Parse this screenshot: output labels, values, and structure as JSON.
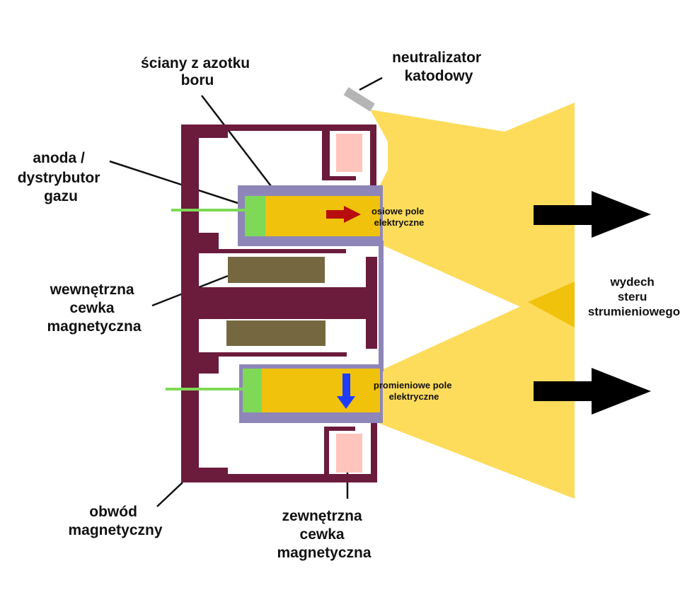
{
  "labels": {
    "boron_nitride_walls": [
      "ściany z azotku",
      "boru"
    ],
    "cathode_neutralizer": [
      "neutralizator",
      "katodowy"
    ],
    "anode": [
      "anoda /",
      "dystrybutor",
      "gazu"
    ],
    "inner_coil": [
      "wewnętrzna",
      "cewka",
      "magnetyczna"
    ],
    "magnetic_circuit": [
      "obwód",
      "magnetyczny"
    ],
    "outer_coil": [
      "zewnętrzna",
      "cewka",
      "magnetyczna"
    ],
    "exhaust": [
      "wydech",
      "steru",
      "strumieniowego"
    ],
    "axial_field": [
      "osiowe pole",
      "elektryczne"
    ],
    "radial_field": [
      "promieniowe pole",
      "elektryczne"
    ]
  },
  "colors": {
    "magnetic_circuit": "#6b1b3c",
    "walls": "#8e86b8",
    "anode": "#7ed957",
    "channel": "#f0c20c",
    "plume": "#fddc5c",
    "plume_overlap": "#f0c20c",
    "outer_coil": "#ffc4bc",
    "inner_coil": "#756841",
    "cathode": "#b5b5b5",
    "axial_arrow": "#b70d0d",
    "radial_arrow": "#1e3cff",
    "thrust_arrow": "#000000"
  }
}
